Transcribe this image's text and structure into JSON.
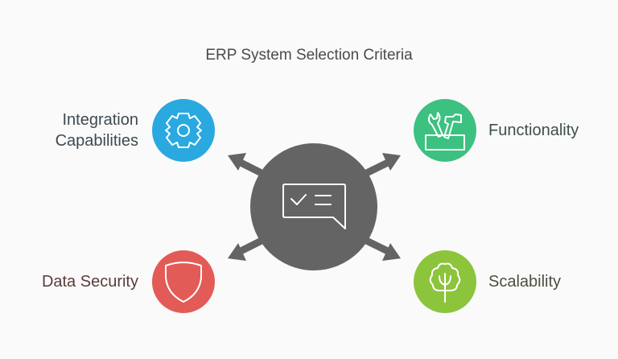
{
  "title": "ERP System Selection Criteria",
  "center": {
    "icon": "checklist-message-icon",
    "color": "#646464"
  },
  "nodes": [
    {
      "id": "integration",
      "label": "Integration Capabilities",
      "line1": "Integration",
      "line2": "Capabilities",
      "icon": "gear-icon",
      "color": "#29a9df",
      "text_color": "#3e4a52"
    },
    {
      "id": "functionality",
      "label": "Functionality",
      "icon": "toolbox-icon",
      "color": "#3cc180",
      "text_color": "#3e5048"
    },
    {
      "id": "security",
      "label": "Data Security",
      "icon": "shield-icon",
      "color": "#e35b57",
      "text_color": "#5a3c3c"
    },
    {
      "id": "scalability",
      "label": "Scalability",
      "icon": "tree-icon",
      "color": "#8cc43c",
      "text_color": "#4a5040"
    }
  ],
  "arrow_color": "#646464"
}
